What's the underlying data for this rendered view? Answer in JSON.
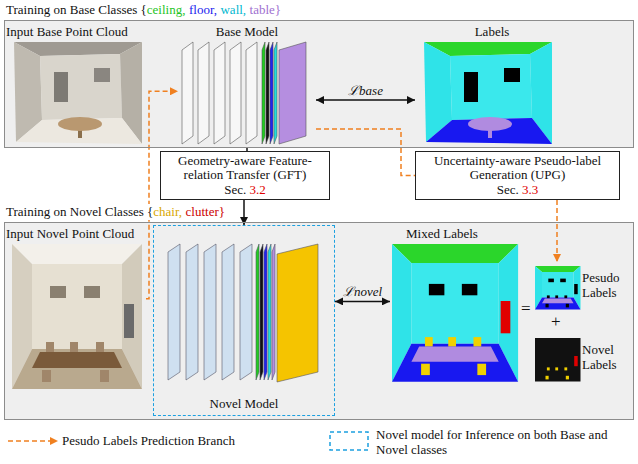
{
  "diagram": {
    "nodes": [
      {
        "text": [
          "Training on Base Classes {",
          "ceiling,",
          "floor,",
          "wall,",
          "table}"
        ]
      },
      {
        "text": [
          "Input Base Point Cloud"
        ],
        "in": 0
      },
      {
        "text": [
          "Base Model"
        ],
        "in": 0
      },
      {
        "text": [
          "Labels"
        ],
        "in": 0
      },
      {
        "text": [
          "Geometry-aware Feature-relation Transfer (GFT)",
          "Sec.",
          "3.2"
        ]
      },
      {
        "text": [
          "Uncertainty-aware Pseudo-label Generation (UPG)",
          "Sec.",
          "3.3"
        ]
      },
      {
        "text": [
          "Training on Novel Classes {",
          "chair,",
          "clutter}"
        ]
      },
      {
        "text": [
          "Input Novel Point Cloud"
        ],
        "in": 6
      },
      {
        "text": [
          "Novel Model"
        ],
        "in": 6
      },
      {
        "text": [
          "Mixed Labels"
        ],
        "in": 6
      },
      {
        "text": [
          "Pesudo Labels"
        ],
        "in": 6
      },
      {
        "text": [
          "Novel Labels"
        ],
        "in": 6
      }
    ],
    "edges": [
      {
        "from": 2,
        "to": 3,
        "arrow": "both",
        "label": "ℒbase"
      },
      {
        "from": 2,
        "to": 4,
        "arrow": "none"
      },
      {
        "from": 4,
        "to": 8,
        "arrow": "to"
      },
      {
        "from": 7,
        "to": 2,
        "arrow": "to"
      },
      {
        "from": 2,
        "to": 5,
        "arrow": "none"
      },
      {
        "from": 5,
        "to": 10,
        "arrow": "to"
      },
      {
        "from": 8,
        "to": 9,
        "arrow": "both",
        "label": "ℒnovel"
      }
    ],
    "labels": [
      "=",
      "+"
    ],
    "legend": [
      {
        "text": "Pesudo Labels Prediction Branch"
      },
      {
        "text": "Novel model for Inference on both Base and Novel classes"
      }
    ]
  }
}
